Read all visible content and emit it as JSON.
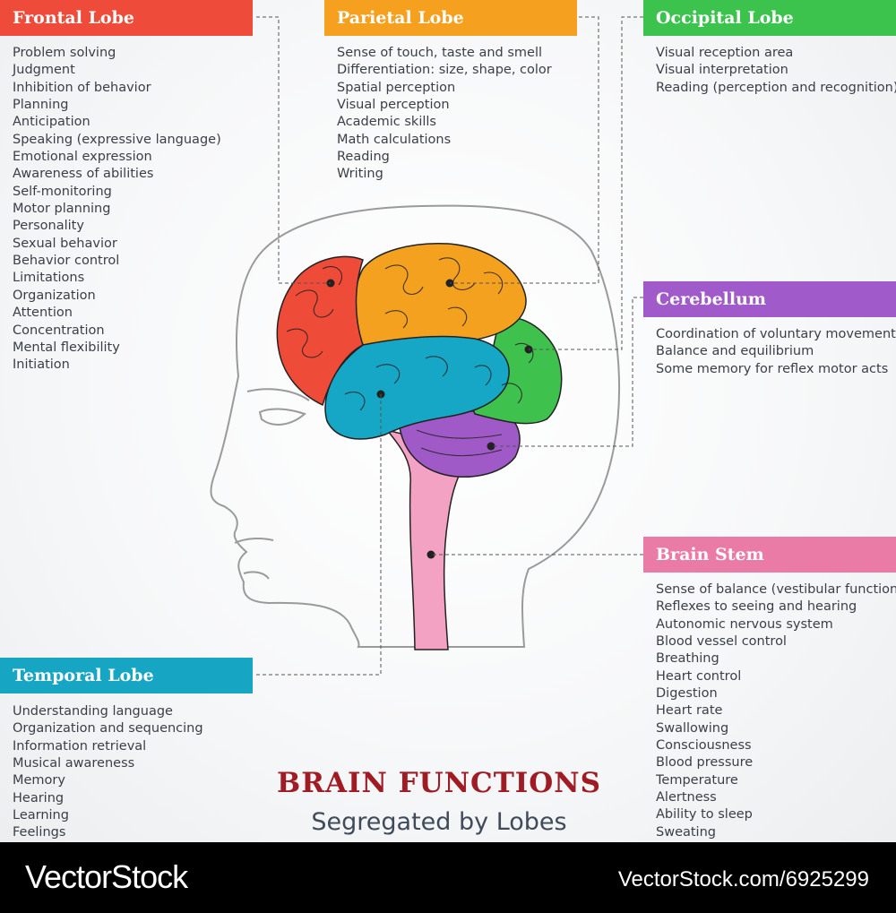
{
  "diagram": {
    "title": "BRAIN FUNCTIONS",
    "subtitle": "Segregated by Lobes",
    "colors": {
      "frontal": "#ef4b3a",
      "parietal": "#f5a01e",
      "occipital": "#3cc34e",
      "cerebellum": "#a15ac9",
      "brain_stem": "#ea7aa6",
      "temporal": "#16a6c4",
      "title_red": "#a01c24"
    },
    "frontal": {
      "label": "Frontal Lobe",
      "items": [
        "Problem solving",
        "Judgment",
        "Inhibition of behavior",
        "Planning",
        "Anticipation",
        "Speaking (expressive language)",
        "Emotional expression",
        "Awareness of abilities",
        "Self-monitoring",
        "Motor planning",
        "Personality",
        "Sexual behavior",
        "Behavior control",
        "Limitations",
        "Organization",
        "Attention",
        "Concentration",
        "Mental flexibility",
        "Initiation"
      ]
    },
    "parietal": {
      "label": "Parietal Lobe",
      "items": [
        "Sense of touch, taste and smell",
        "Differentiation: size, shape, color",
        "Spatial perception",
        "Visual perception",
        "Academic skills",
        "Math calculations",
        "Reading",
        "Writing"
      ]
    },
    "occipital": {
      "label": "Occipital Lobe",
      "items": [
        "Visual reception area",
        "Visual interpretation",
        "Reading (perception and recognition)"
      ]
    },
    "cerebellum": {
      "label": "Cerebellum",
      "items": [
        "Coordination of voluntary movement",
        "Balance and equilibrium",
        "Some memory for reflex motor acts"
      ]
    },
    "brain_stem": {
      "label": "Brain Stem",
      "items": [
        "Sense of balance (vestibular function)",
        "Reflexes to seeing and hearing",
        "Autonomic nervous system",
        "Blood vessel control",
        "Breathing",
        "Heart control",
        "Digestion",
        "Heart rate",
        "Swallowing",
        "Consciousness",
        "Blood pressure",
        "Temperature",
        "Alertness",
        "Ability to sleep",
        "Sweating"
      ]
    },
    "temporal": {
      "label": "Temporal Lobe",
      "items": [
        "Understanding language",
        "Organization and sequencing",
        "Information retrieval",
        "Musical awareness",
        "Memory",
        "Hearing",
        "Learning",
        "Feelings"
      ]
    }
  },
  "watermark": {
    "brand": "VectorStock",
    "url": "VectorStock.com/6925299"
  }
}
